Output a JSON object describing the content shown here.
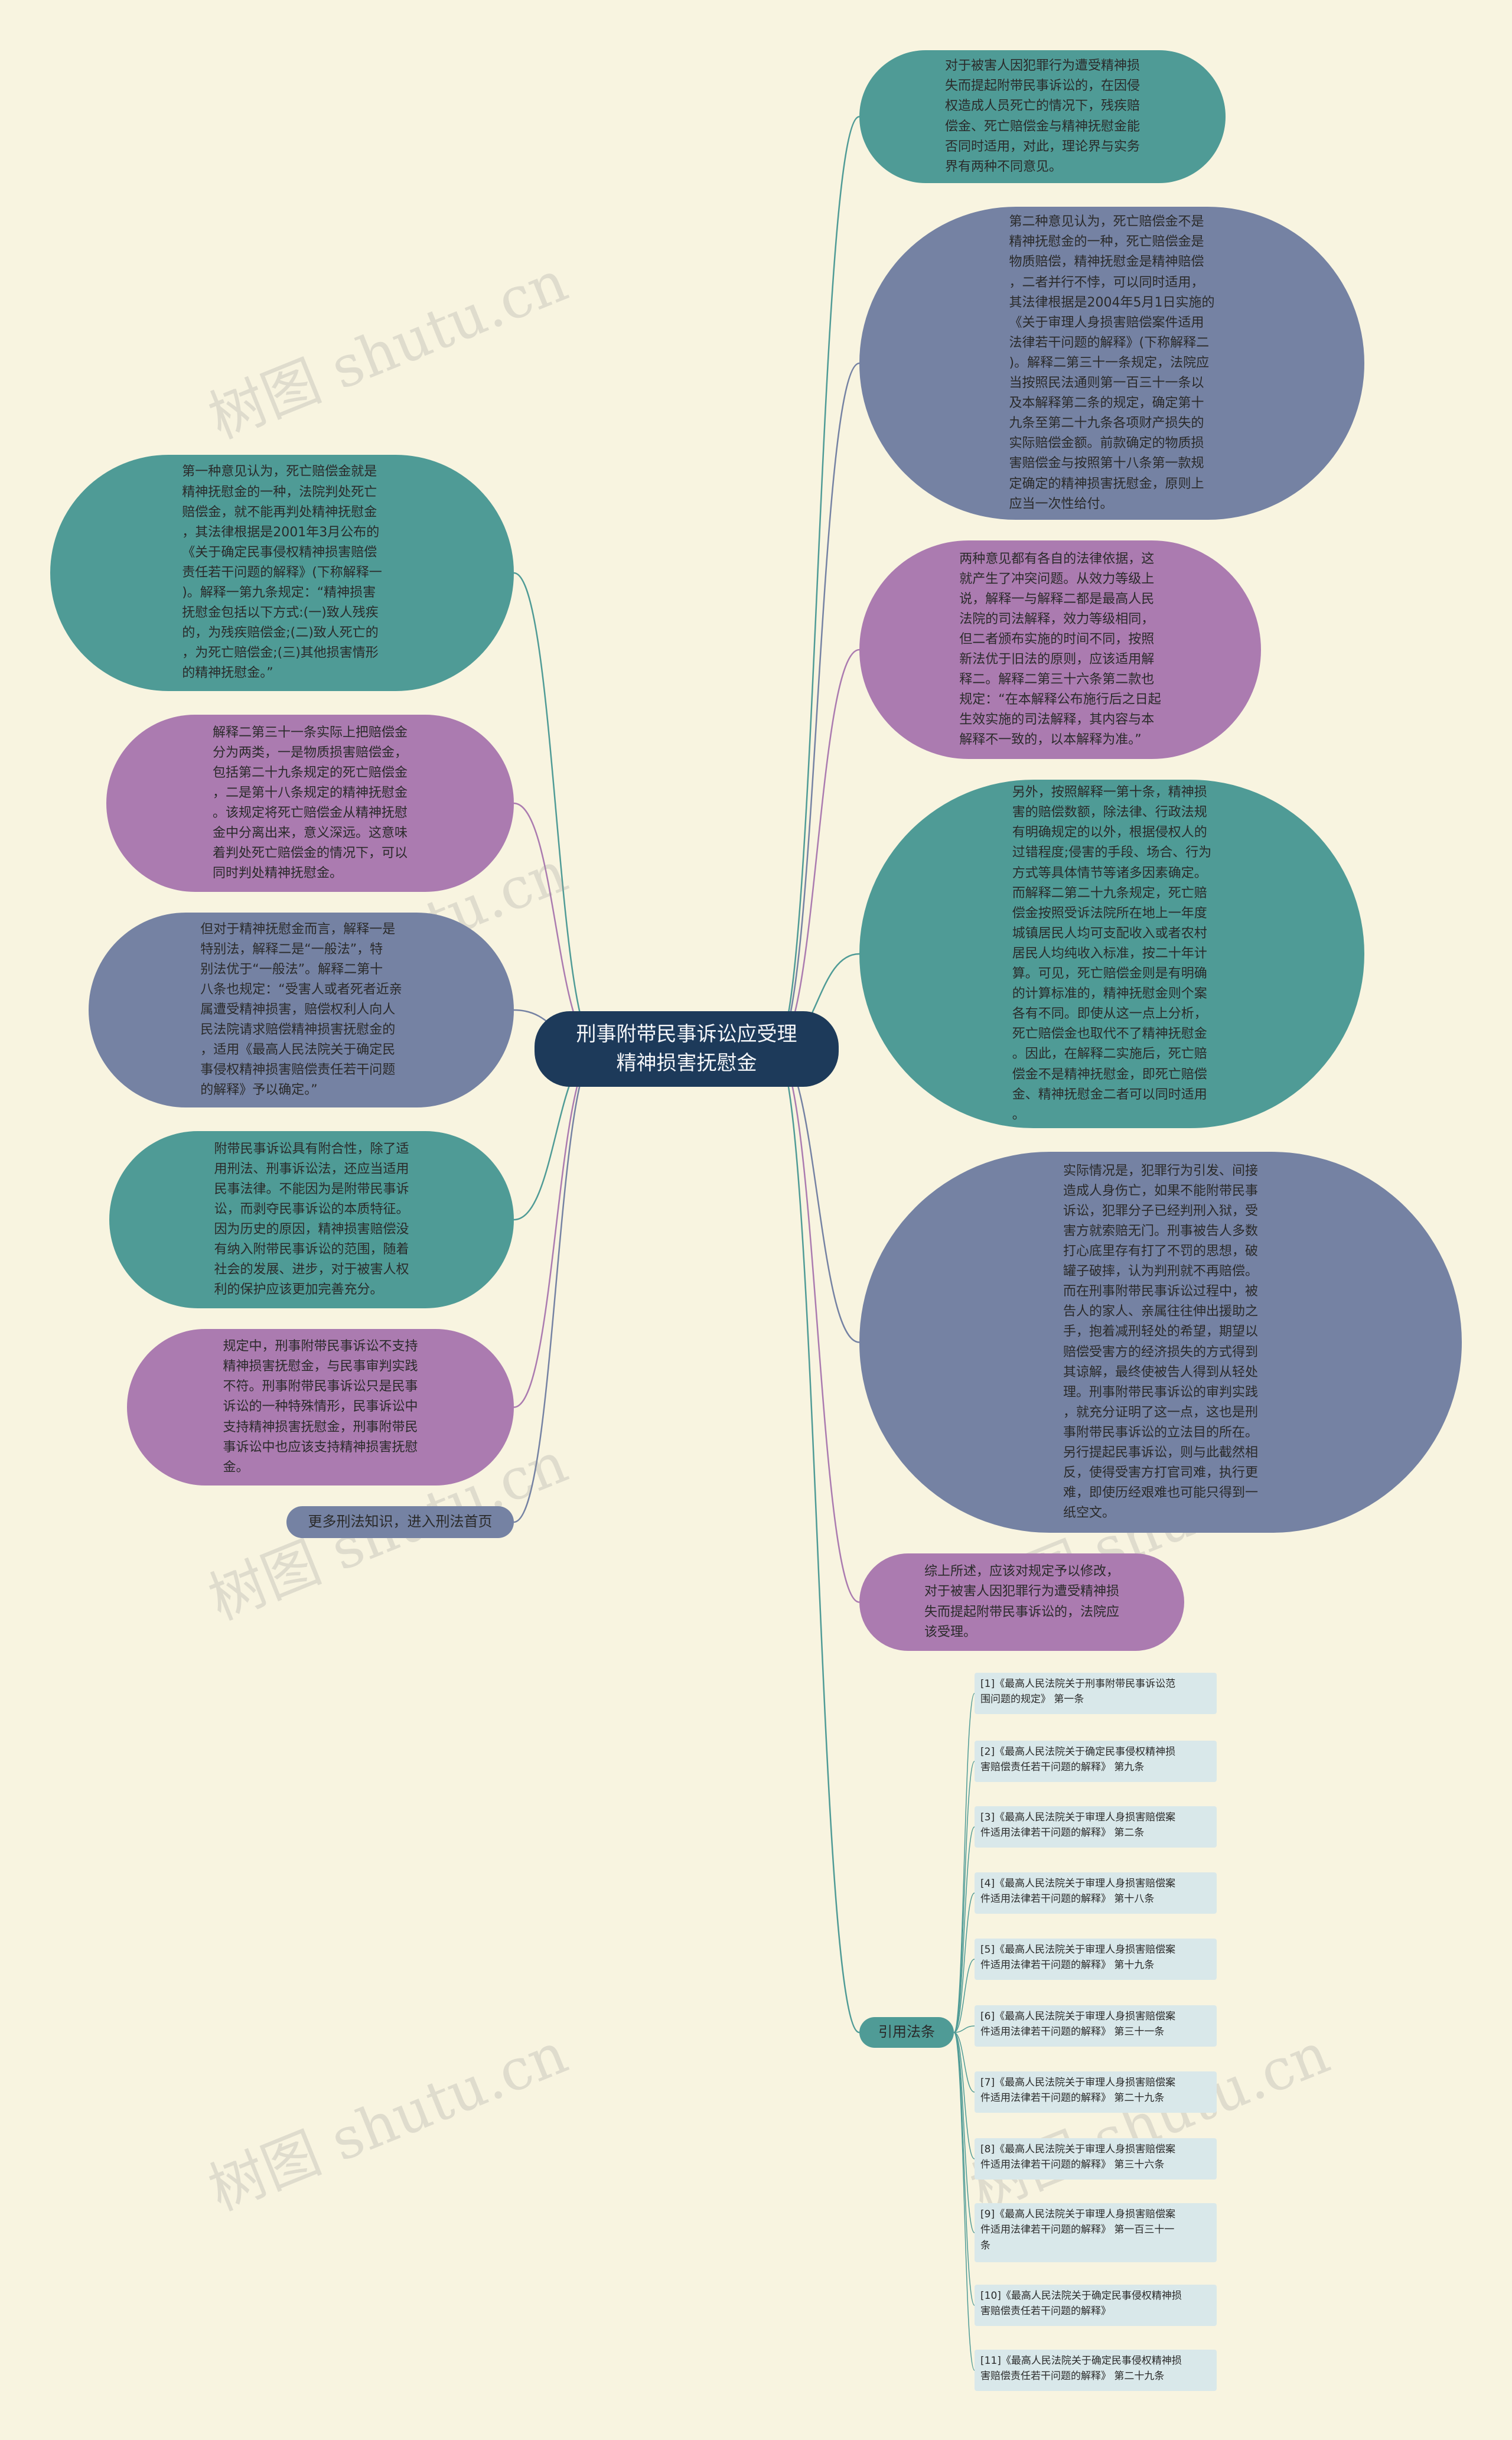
{
  "center": {
    "line1": "刑事附带民事诉讼应受理",
    "line2": "精神损害抚慰金"
  },
  "left_nodes": [
    {
      "color": "teal",
      "text": "第一种意见认为，死亡赔偿金就是\n精神抚慰金的一种，法院判处死亡\n赔偿金，就不能再判处精神抚慰金\n，其法律根据是2001年3月公布的\n《关于确定民事侵权精神损害赔偿\n责任若干问题的解释》(下称解释一\n)。解释一第九条规定：“精神损害\n抚慰金包括以下方式:(一)致人残疾\n的，为残疾赔偿金;(二)致人死亡的\n，为死亡赔偿金;(三)其他损害情形\n的精神抚慰金。”"
    },
    {
      "color": "purple",
      "text": "解释二第三十一条实际上把赔偿金\n分为两类，一是物质损害赔偿金，\n包括第二十九条规定的死亡赔偿金\n，二是第十八条规定的精神抚慰金\n。该规定将死亡赔偿金从精神抚慰\n金中分离出来，意义深远。这意味\n着判处死亡赔偿金的情况下，可以\n同时判处精神抚慰金。"
    },
    {
      "color": "slate",
      "text": "但对于精神抚慰金而言，解释一是\n特别法，解释二是“一般法”，特\n别法优于“一般法”。解释二第十\n八条也规定：“受害人或者死者近亲\n属遭受精神损害，赔偿权利人向人\n民法院请求赔偿精神损害抚慰金的\n，适用《最高人民法院关于确定民\n事侵权精神损害赔偿责任若干问题\n的解释》予以确定。”"
    },
    {
      "color": "teal",
      "text": "附带民事诉讼具有附合性，除了适\n用刑法、刑事诉讼法，还应当适用\n民事法律。不能因为是附带民事诉\n讼，而剥夺民事诉讼的本质特征。\n因为历史的原因，精神损害赔偿没\n有纳入附带民事诉讼的范围，随着\n社会的发展、进步，对于被害人权\n利的保护应该更加完善充分。"
    },
    {
      "color": "purple",
      "text": "规定中，刑事附带民事诉讼不支持\n精神损害抚慰金，与民事审判实践\n不符。刑事附带民事诉讼只是民事\n诉讼的一种特殊情形，民事诉讼中\n支持精神损害抚慰金，刑事附带民\n事诉讼中也应该支持精神损害抚慰\n金。"
    },
    {
      "color": "slate",
      "text": "更多刑法知识，进入刑法首页"
    }
  ],
  "right_nodes": [
    {
      "color": "teal",
      "text": "对于被害人因犯罪行为遭受精神损\n失而提起附带民事诉讼的，在因侵\n权造成人员死亡的情况下，残疾赔\n偿金、死亡赔偿金与精神抚慰金能\n否同时适用，对此，理论界与实务\n界有两种不同意见。"
    },
    {
      "color": "slate",
      "text": "第二种意见认为，死亡赔偿金不是\n精神抚慰金的一种，死亡赔偿金是\n物质赔偿，精神抚慰金是精神赔偿\n，二者并行不悖，可以同时适用，\n其法律根据是2004年5月1日实施的\n《关于审理人身损害赔偿案件适用\n法律若干问题的解释》(下称解释二\n)。解释二第三十一条规定，法院应\n当按照民法通则第一百三十一条以\n及本解释第二条的规定，确定第十\n九条至第二十九条各项财产损失的\n实际赔偿金额。前款确定的物质损\n害赔偿金与按照第十八条第一款规\n定确定的精神损害抚慰金，原则上\n应当一次性给付。"
    },
    {
      "color": "purple",
      "text": "两种意见都有各自的法律依据，这\n就产生了冲突问题。从效力等级上\n说，解释一与解释二都是最高人民\n法院的司法解释，效力等级相同，\n但二者颁布实施的时间不同，按照\n新法优于旧法的原则，应该适用解\n释二。解释二第三十六条第二款也\n规定：“在本解释公布施行后之日起\n生效实施的司法解释，其内容与本\n解释不一致的，以本解释为准。”"
    },
    {
      "color": "teal",
      "text": "另外，按照解释一第十条，精神损\n害的赔偿数额，除法律、行政法规\n有明确规定的以外，根据侵权人的\n过错程度;侵害的手段、场合、行为\n方式等具体情节等诸多因素确定。\n而解释二第二十九条规定，死亡赔\n偿金按照受诉法院所在地上一年度\n城镇居民人均可支配收入或者农村\n居民人均纯收入标准，按二十年计\n算。可见，死亡赔偿金则是有明确\n的计算标准的，精神抚慰金则个案\n各有不同。即使从这一点上分析，\n死亡赔偿金也取代不了精神抚慰金\n。因此，在解释二实施后，死亡赔\n偿金不是精神抚慰金，即死亡赔偿\n金、精神抚慰金二者可以同时适用\n。"
    },
    {
      "color": "slate",
      "text": "实际情况是，犯罪行为引发、间接\n造成人身伤亡，如果不能附带民事\n诉讼，犯罪分子已经判刑入狱，受\n害方就索赔无门。刑事被告人多数\n打心底里存有打了不罚的思想，破\n罐子破摔，认为判刑就不再赔偿。\n而在刑事附带民事诉讼过程中，被\n告人的家人、亲属往往伸出援助之\n手，抱着减刑轻处的希望，期望以\n赔偿受害方的经济损失的方式得到\n其谅解，最终使被告人得到从轻处\n理。刑事附带民事诉讼的审判实践\n，就充分证明了这一点，这也是刑\n事附带民事诉讼的立法目的所在。\n另行提起民事诉讼，则与此截然相\n反，使得受害方打官司难，执行更\n难，即使历经艰难也可能只得到一\n纸空文。"
    },
    {
      "color": "purple",
      "text": "综上所述，应该对规定予以修改，\n对于被害人因犯罪行为遭受精神损\n失而提起附带民事诉讼的，法院应\n该受理。"
    }
  ],
  "citations": {
    "label": "引用法条",
    "items": [
      "[1]《最高人民法院关于刑事附带民事诉讼范\n围问题的规定》 第一条",
      "[2]《最高人民法院关于确定民事侵权精神损\n害赔偿责任若干问题的解释》 第九条",
      "[3]《最高人民法院关于审理人身损害赔偿案\n件适用法律若干问题的解释》 第二条",
      "[4]《最高人民法院关于审理人身损害赔偿案\n件适用法律若干问题的解释》 第十八条",
      "[5]《最高人民法院关于审理人身损害赔偿案\n件适用法律若干问题的解释》 第十九条",
      "[6]《最高人民法院关于审理人身损害赔偿案\n件适用法律若干问题的解释》 第三十一条",
      "[7]《最高人民法院关于审理人身损害赔偿案\n件适用法律若干问题的解释》 第二十九条",
      "[8]《最高人民法院关于审理人身损害赔偿案\n件适用法律若干问题的解释》 第三十六条",
      "[9]《最高人民法院关于审理人身损害赔偿案\n件适用法律若干问题的解释》 第一百三十一\n条",
      "[10]《最高人民法院关于确定民事侵权精神损\n害赔偿责任若干问题的解释》",
      "[11]《最高人民法院关于确定民事侵权精神损\n害赔偿责任若干问题的解释》 第二十九条"
    ]
  },
  "watermark": "树图 shutu.cn",
  "colors": {
    "background": "#f8f4e0",
    "center": "#1d3a5a",
    "teal": "#4f9b96",
    "slate": "#7582a3",
    "purple": "#ab7bb0",
    "reference": "#d9e8ea"
  }
}
